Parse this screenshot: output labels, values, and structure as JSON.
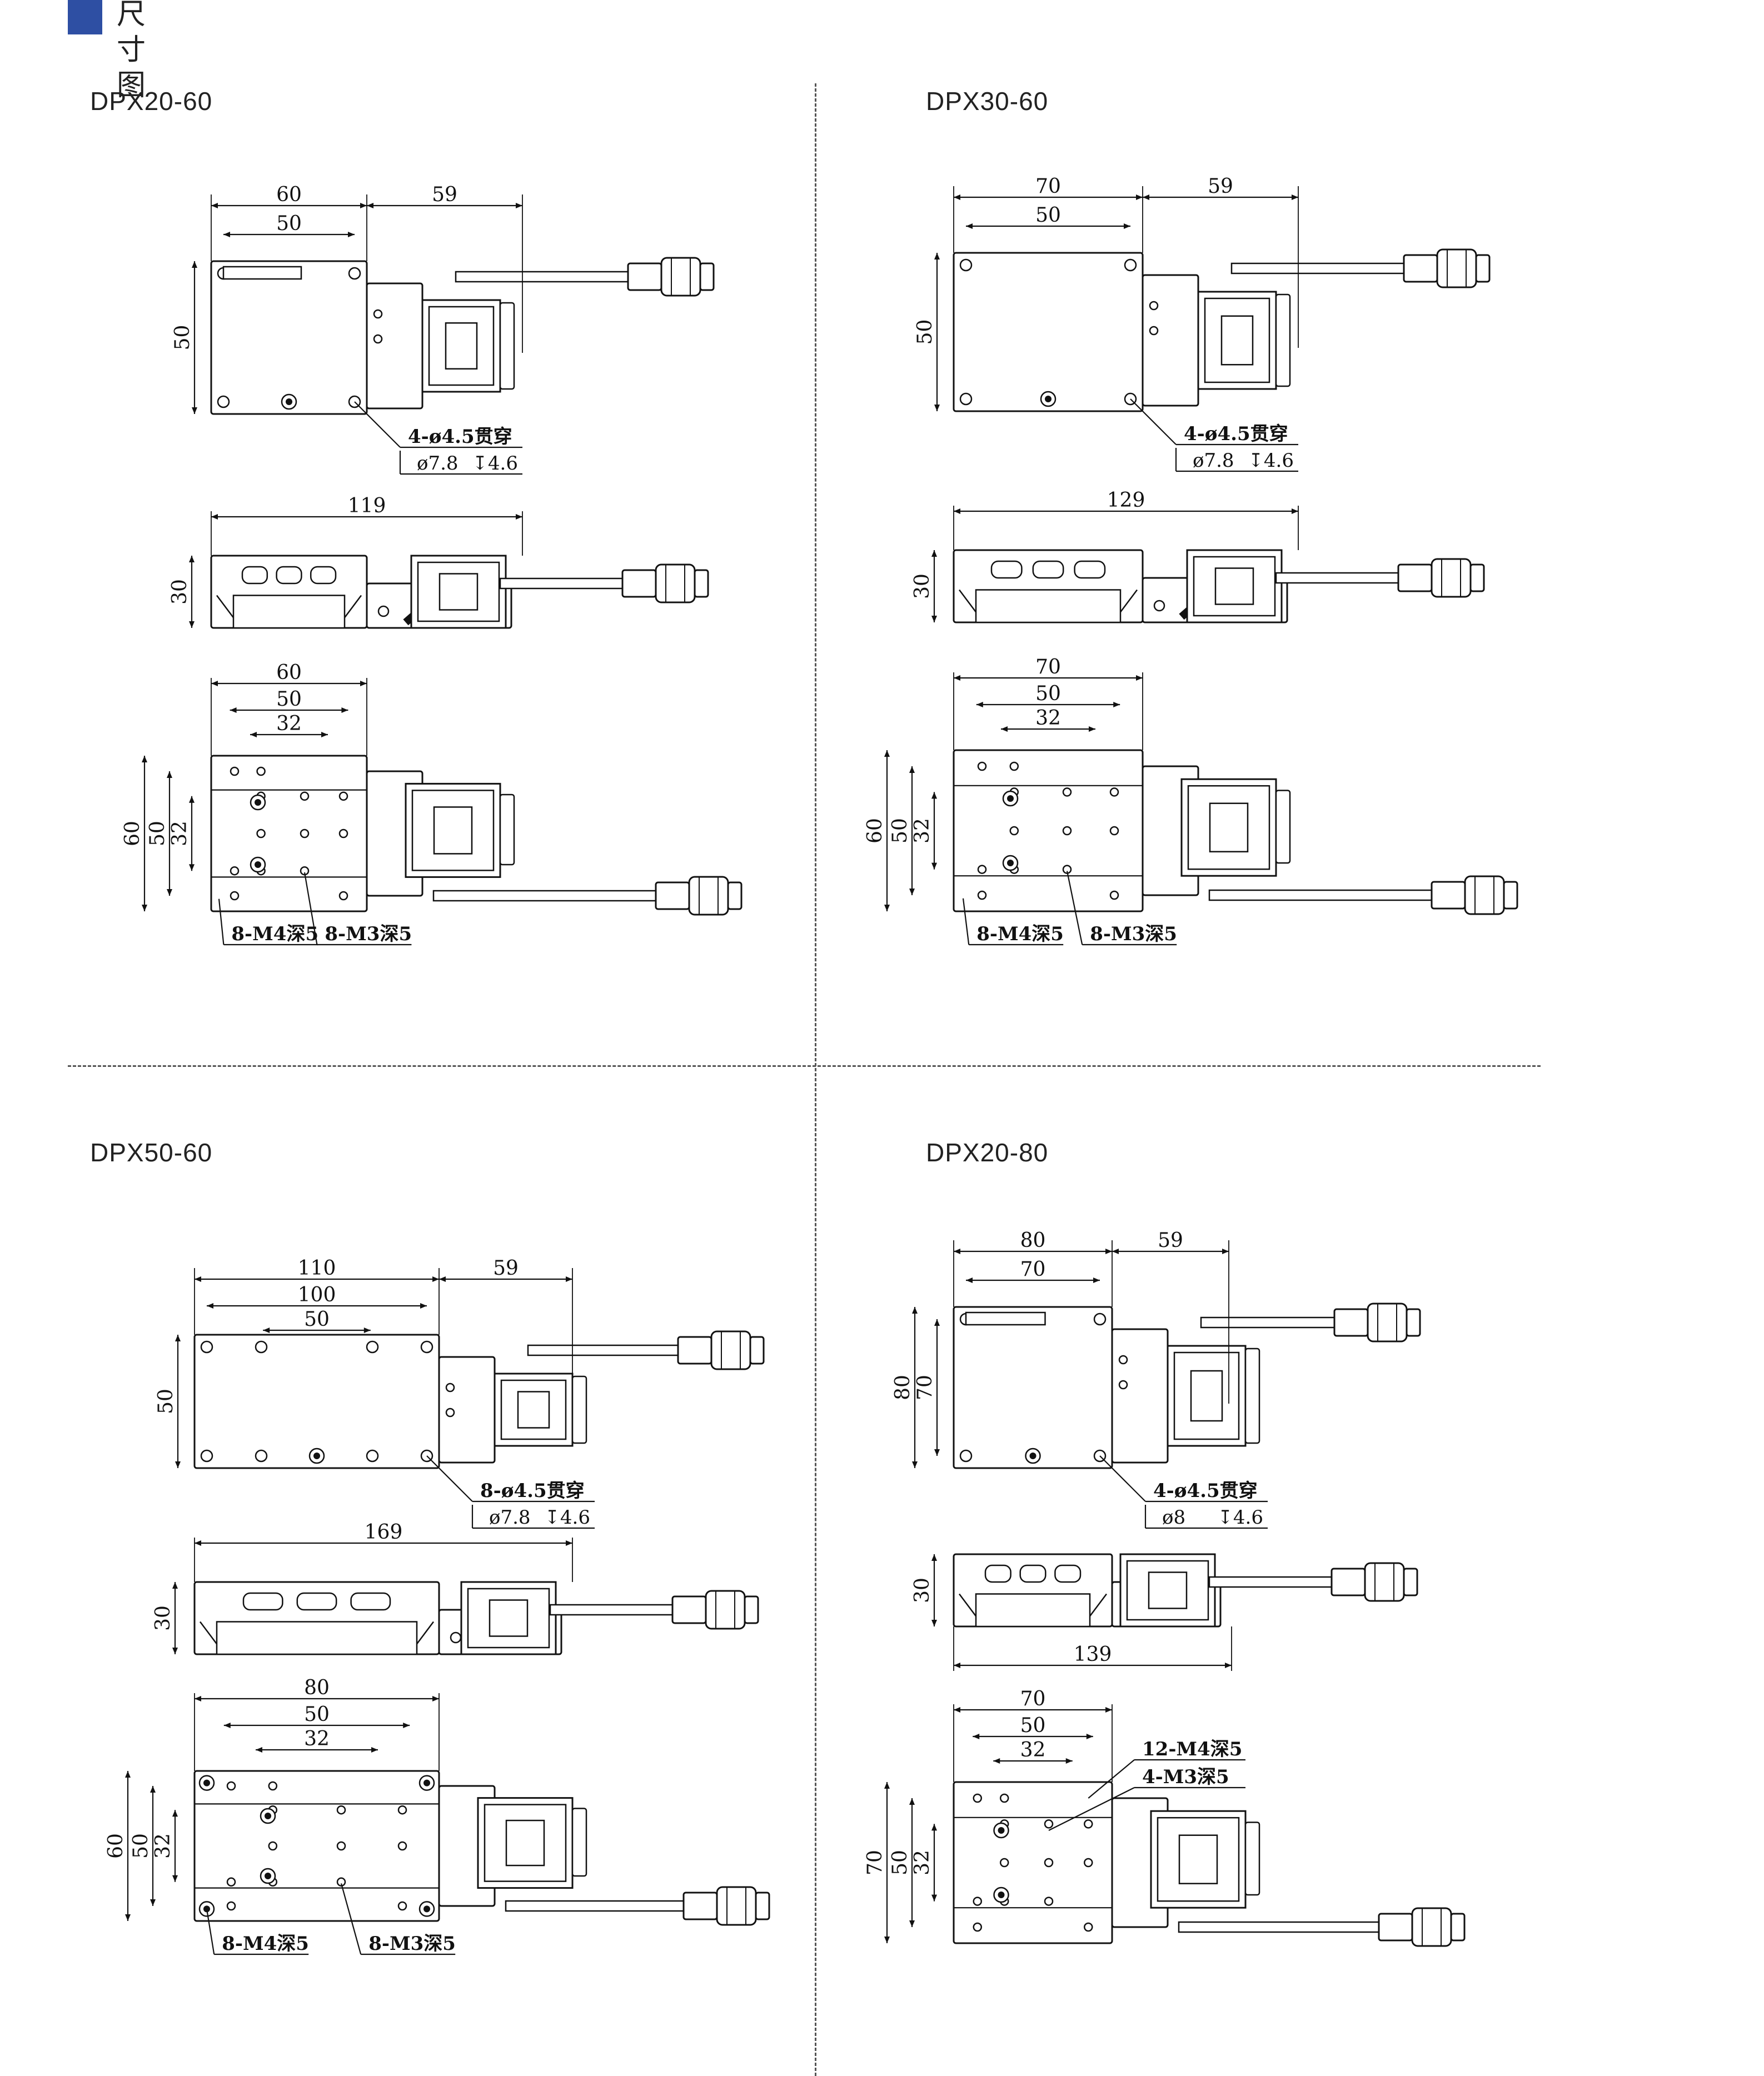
{
  "header": {
    "title": "尺寸图",
    "accent_color": "#2e4fa3"
  },
  "quadrants": [
    {
      "model": "DPX20-60",
      "top": {
        "w_total": "60",
        "w_holes": "50",
        "w_cable": "59",
        "h_side": "50",
        "callout_line1": "4-ø4.5贯穿",
        "callout_line2": "ø7.8",
        "callout_depth": "4.6"
      },
      "side": {
        "length": "119",
        "height": "30"
      },
      "bottom": {
        "w_total": "60",
        "w_mid": "50",
        "w_inner": "32",
        "h_total": "60",
        "h_mid": "50",
        "h_inner": "32",
        "callout_a": "8-M4深5",
        "callout_b": "8-M3深5"
      }
    },
    {
      "model": "DPX30-60",
      "top": {
        "w_total": "70",
        "w_holes": "50",
        "w_cable": "59",
        "h_side": "50",
        "callout_line1": "4-ø4.5贯穿",
        "callout_line2": "ø7.8",
        "callout_depth": "4.6"
      },
      "side": {
        "length": "129",
        "height": "30"
      },
      "bottom": {
        "w_total": "70",
        "w_mid": "50",
        "w_inner": "32",
        "h_total": "60",
        "h_mid": "50",
        "h_inner": "32",
        "callout_a": "8-M4深5",
        "callout_b": "8-M3深5"
      }
    },
    {
      "model": "DPX50-60",
      "top": {
        "w_total": "110",
        "w_holes": "100",
        "w_inner": "50",
        "w_cable": "59",
        "h_side": "50",
        "callout_line1": "8-ø4.5贯穿",
        "callout_line2": "ø7.8",
        "callout_depth": "4.6"
      },
      "side": {
        "length": "169",
        "height": "30"
      },
      "bottom": {
        "w_total": "80",
        "w_mid": "50",
        "w_inner": "32",
        "h_total": "60",
        "h_mid": "50",
        "h_inner": "32",
        "callout_a": "8-M4深5",
        "callout_b": "8-M3深5"
      }
    },
    {
      "model": "DPX20-80",
      "top": {
        "w_total": "80",
        "w_holes": "70",
        "w_cable": "59",
        "h_total": "80",
        "h_holes": "70",
        "callout_line1": "4-ø4.5贯穿",
        "callout_line2": "ø8",
        "callout_depth": "4.6"
      },
      "side": {
        "length": "139",
        "height": "30"
      },
      "bottom": {
        "w_total": "70",
        "w_mid": "50",
        "w_inner": "32",
        "h_total": "70",
        "h_mid": "50",
        "h_inner": "32",
        "callout_a": "12-M4深5",
        "callout_b": "4-M3深5"
      }
    }
  ]
}
